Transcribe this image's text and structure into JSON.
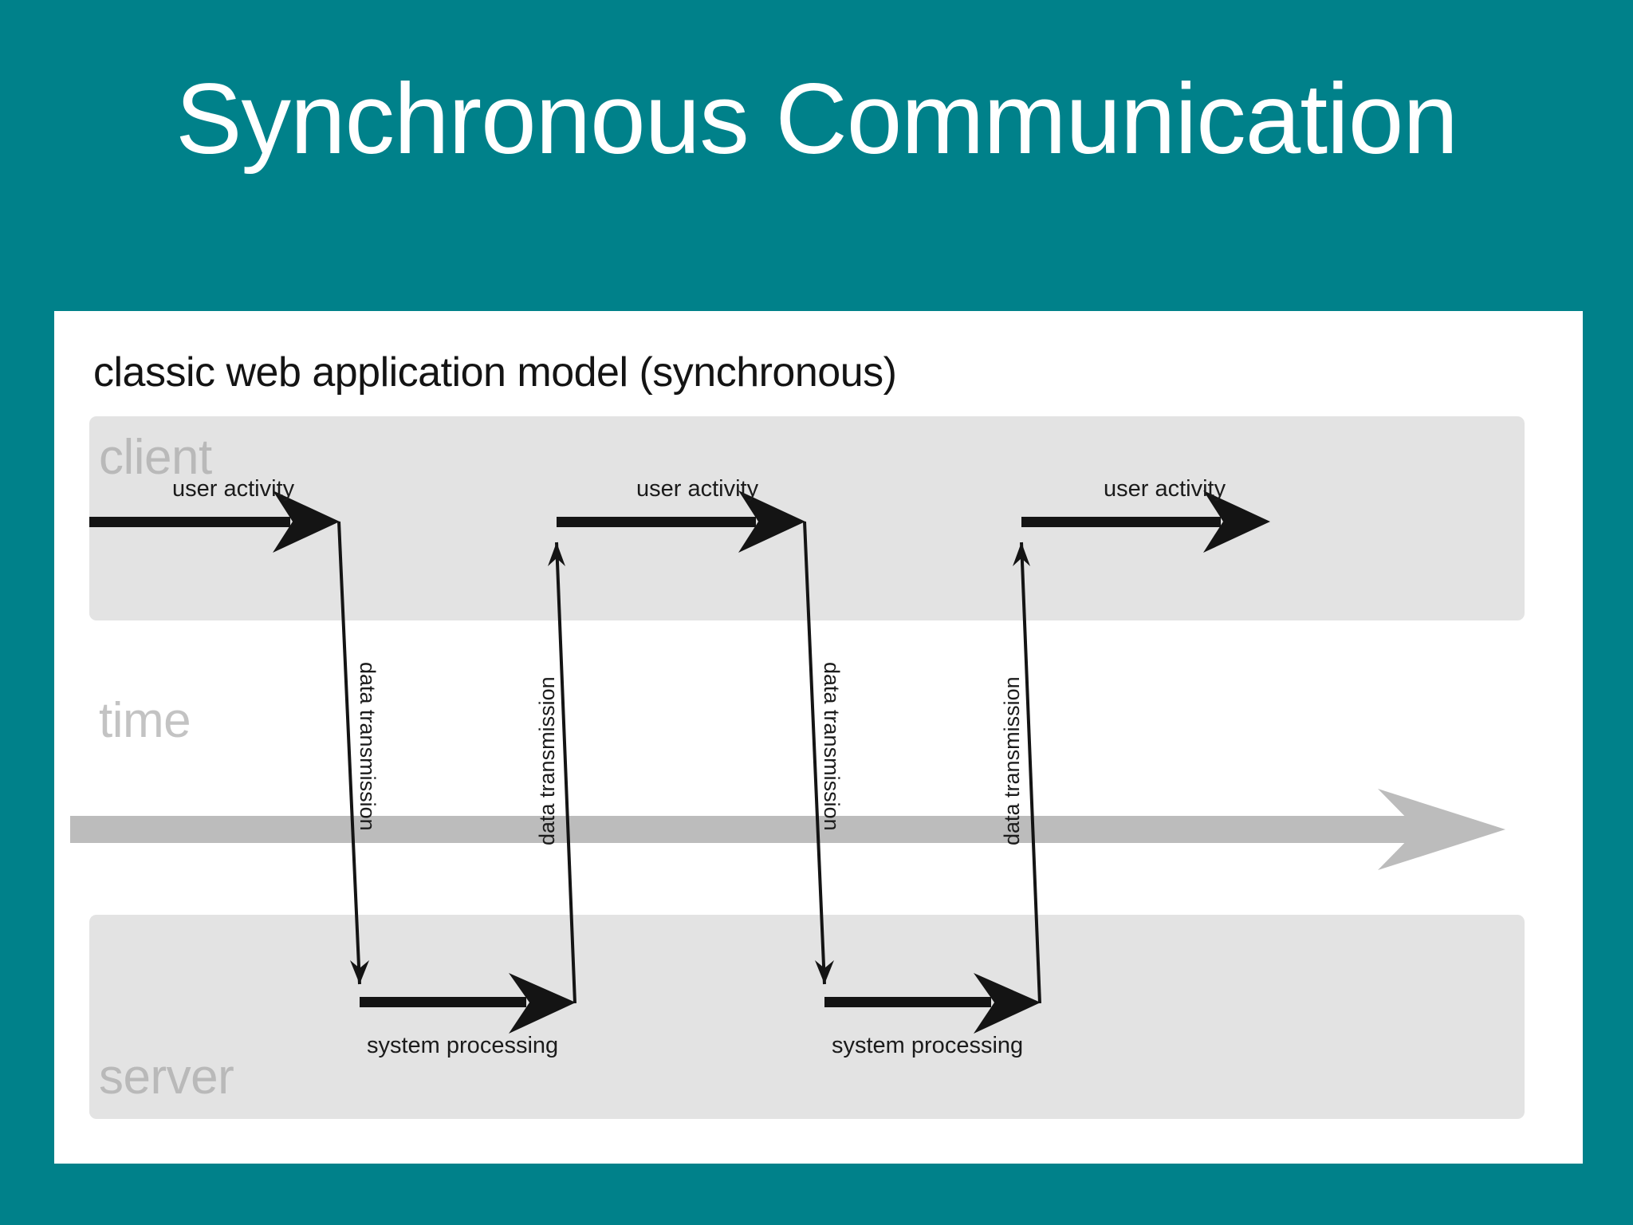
{
  "slide": {
    "title": "Synchronous Communication",
    "background_color": "#00818a",
    "title_color": "#ffffff"
  },
  "figure": {
    "caption": "classic web application model (synchronous)",
    "panel_background": "#ffffff",
    "lane_color": "#e3e3e3",
    "lane_label_color": "#b9b9b9",
    "time_axis_color": "#bcbcbc",
    "arrow_color": "#141414",
    "lanes": [
      {
        "id": "client",
        "label": "client"
      },
      {
        "id": "time",
        "label": "time"
      },
      {
        "id": "server",
        "label": "server"
      }
    ],
    "user_activity_labels": [
      "user activity",
      "user activity",
      "user activity"
    ],
    "system_processing_labels": [
      "system processing",
      "system processing"
    ],
    "data_transmission_labels": [
      "data transmission",
      "data transmission",
      "data transmission",
      "data transmission"
    ]
  },
  "chart_data": {
    "type": "diagram",
    "title": "classic web application model (synchronous)",
    "lanes": [
      "client",
      "time",
      "server"
    ],
    "sequence": [
      {
        "step": 1,
        "lane": "client",
        "kind": "user-activity",
        "label": "user activity"
      },
      {
        "step": 2,
        "lane": "client-to-server",
        "kind": "data-transmission",
        "label": "data transmission",
        "direction": "down"
      },
      {
        "step": 3,
        "lane": "server",
        "kind": "system-processing",
        "label": "system processing"
      },
      {
        "step": 4,
        "lane": "server-to-client",
        "kind": "data-transmission",
        "label": "data transmission",
        "direction": "up"
      },
      {
        "step": 5,
        "lane": "client",
        "kind": "user-activity",
        "label": "user activity"
      },
      {
        "step": 6,
        "lane": "client-to-server",
        "kind": "data-transmission",
        "label": "data transmission",
        "direction": "down"
      },
      {
        "step": 7,
        "lane": "server",
        "kind": "system-processing",
        "label": "system processing"
      },
      {
        "step": 8,
        "lane": "server-to-client",
        "kind": "data-transmission",
        "label": "data transmission",
        "direction": "up"
      },
      {
        "step": 9,
        "lane": "client",
        "kind": "user-activity",
        "label": "user activity"
      }
    ],
    "axis": {
      "name": "time",
      "direction": "left-to-right"
    }
  }
}
